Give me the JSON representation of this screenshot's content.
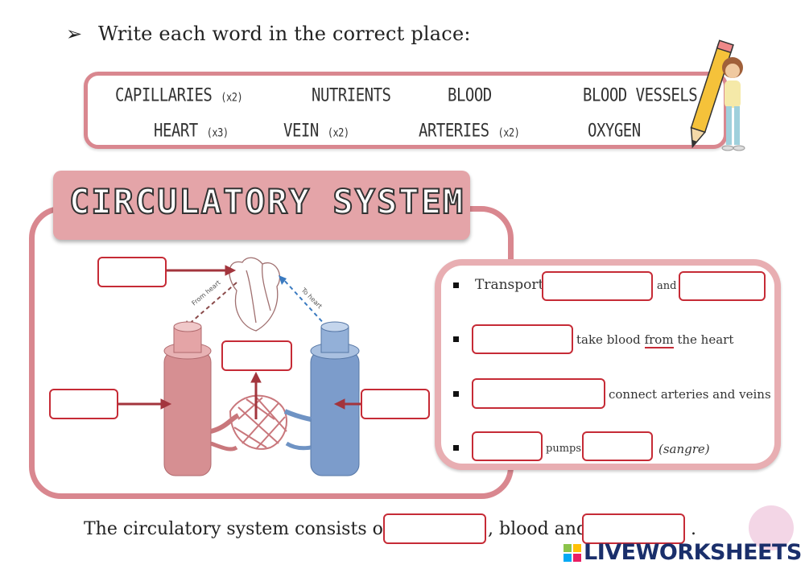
{
  "instruction": {
    "bullet": "➢",
    "text": "Write each word in the correct place:"
  },
  "word_bank": {
    "items": [
      {
        "word": "CAPILLARIES",
        "note": "(x2)"
      },
      {
        "word": "NUTRIENTS",
        "note": ""
      },
      {
        "word": "BLOOD",
        "note": ""
      },
      {
        "word": "BLOOD VESSELS",
        "note": ""
      },
      {
        "word": "HEART",
        "note": "(x3)"
      },
      {
        "word": "VEIN",
        "note": "(x2)"
      },
      {
        "word": "ARTERIES",
        "note": "(x2)"
      },
      {
        "word": "OXYGEN",
        "note": ""
      }
    ]
  },
  "title": "CIRCULATORY  SYSTEM",
  "diagram": {
    "label_from_heart": "From heart",
    "label_to_heart": "To heart"
  },
  "facts": {
    "transports": "Transports",
    "and": "and",
    "take_blood": "take blood",
    "from": "from",
    "the_heart": "the heart",
    "connect": "connect arteries and veins",
    "pumps": "pumps",
    "sangre": "(sangre)"
  },
  "sentence": {
    "part1": "The circulatory system consists of the",
    "part2": ", blood and",
    "part3": "."
  },
  "branding": {
    "logo_text": "LIVEWORKSHEETS"
  },
  "colors": {
    "accent": "#d9878f",
    "box_border": "#c62b36",
    "artery": "#c9777c",
    "vein": "#6f93c4"
  }
}
